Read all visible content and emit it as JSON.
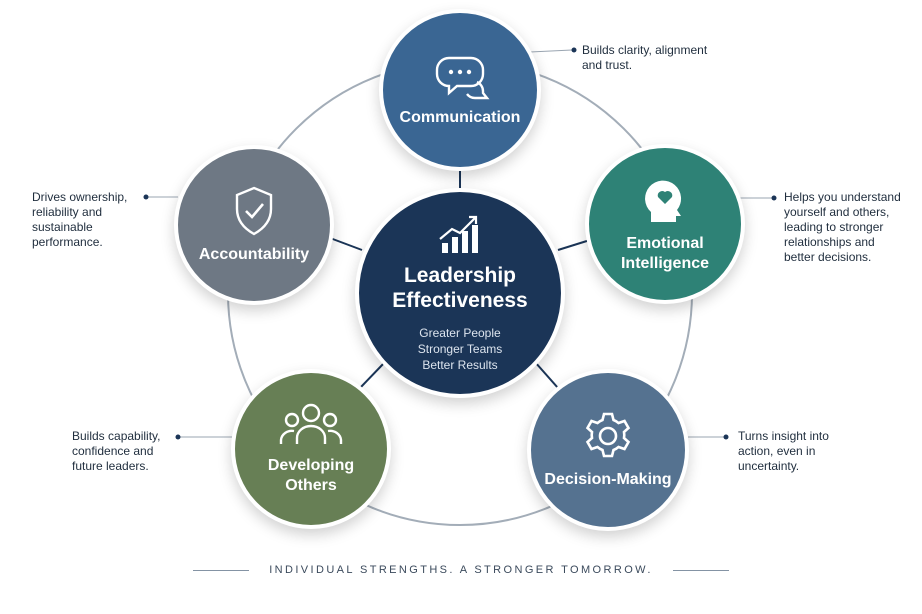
{
  "center": {
    "title": "Leadership\nEffectiveness",
    "lines": [
      "Greater People",
      "Stronger Teams",
      "Better Results"
    ],
    "color": "#1b3557",
    "icon": "growth-chart-icon"
  },
  "nodes": {
    "communication": {
      "label": "Communication",
      "color": "#3a6693",
      "icon": "chat-bubbles-icon",
      "description": [
        "Builds clarity, alignment",
        "and trust."
      ]
    },
    "emotional_intelligence": {
      "label": "Emotional\nIntelligence",
      "color": "#2e8276",
      "icon": "head-heart-icon",
      "description": [
        "Helps you understand",
        "yourself and others,",
        "leading to stronger",
        "relationships and",
        "better decisions."
      ]
    },
    "decision_making": {
      "label": "Decision-Making",
      "color": "#557290",
      "icon": "gear-icon",
      "description": [
        "Turns insight into",
        "action, even in",
        "uncertainty."
      ]
    },
    "developing_others": {
      "label": "Developing\nOthers",
      "color": "#677f55",
      "icon": "people-group-icon",
      "description": [
        "Builds capability,",
        "confidence and",
        "future leaders."
      ]
    },
    "accountability": {
      "label": "Accountability",
      "color": "#6e7884",
      "icon": "shield-check-icon",
      "description": [
        "Drives ownership,",
        "reliability and",
        "sustainable",
        "performance."
      ]
    }
  },
  "colors": {
    "ring": "#a3adb8",
    "connector": "#1b3557",
    "leader_line": "#9aa5b1"
  },
  "footer": "INDIVIDUAL STRENGTHS. A STRONGER TOMORROW."
}
